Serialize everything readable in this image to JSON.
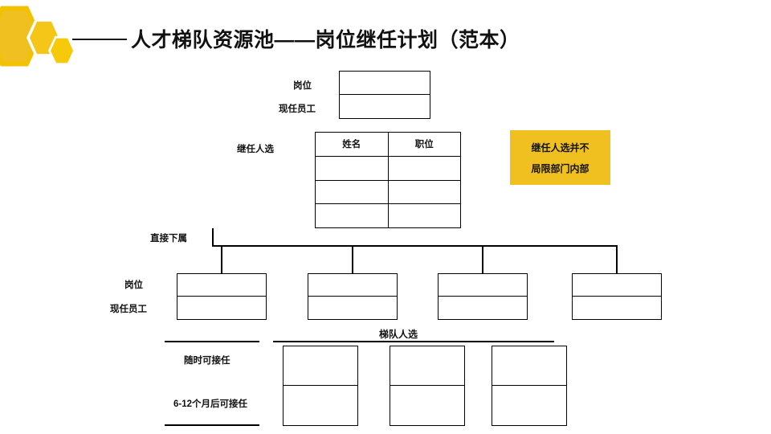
{
  "slide": {
    "title": "人才梯队资源池——岗位继任计划（范本）",
    "background": "#FFFFFF",
    "accent_color": "#EFC01F"
  },
  "decoration": {
    "hexagon_large": "hexagon-icon",
    "hexagon_medium": "hexagon-icon",
    "hexagon_small": "hexagon-icon"
  },
  "incumbent": {
    "position_label": "岗位",
    "employee_label": "现任员工",
    "position_value": "",
    "employee_value": ""
  },
  "successors": {
    "section_label": "继任人选",
    "columns": [
      "姓名",
      "职位"
    ],
    "rows": [
      {
        "name": "",
        "position": ""
      },
      {
        "name": "",
        "position": ""
      },
      {
        "name": "",
        "position": ""
      }
    ]
  },
  "callout": {
    "line1": "继任人选并不",
    "line2": "局限部门内部",
    "background": "#EFC01F"
  },
  "direct_reports": {
    "section_label": "直接下属",
    "position_label": "岗位",
    "employee_label": "现任员工",
    "boxes": [
      {
        "position": "",
        "employee": ""
      },
      {
        "position": "",
        "employee": ""
      },
      {
        "position": "",
        "employee": ""
      },
      {
        "position": "",
        "employee": ""
      }
    ]
  },
  "echelon": {
    "section_label": "梯队人选",
    "readiness_now_label": "随时可接任",
    "readiness_later_label": "6-12个月后可接任",
    "boxes": [
      {
        "ready_now": "",
        "ready_later": ""
      },
      {
        "ready_now": "",
        "ready_later": ""
      },
      {
        "ready_now": "",
        "ready_later": ""
      }
    ]
  }
}
